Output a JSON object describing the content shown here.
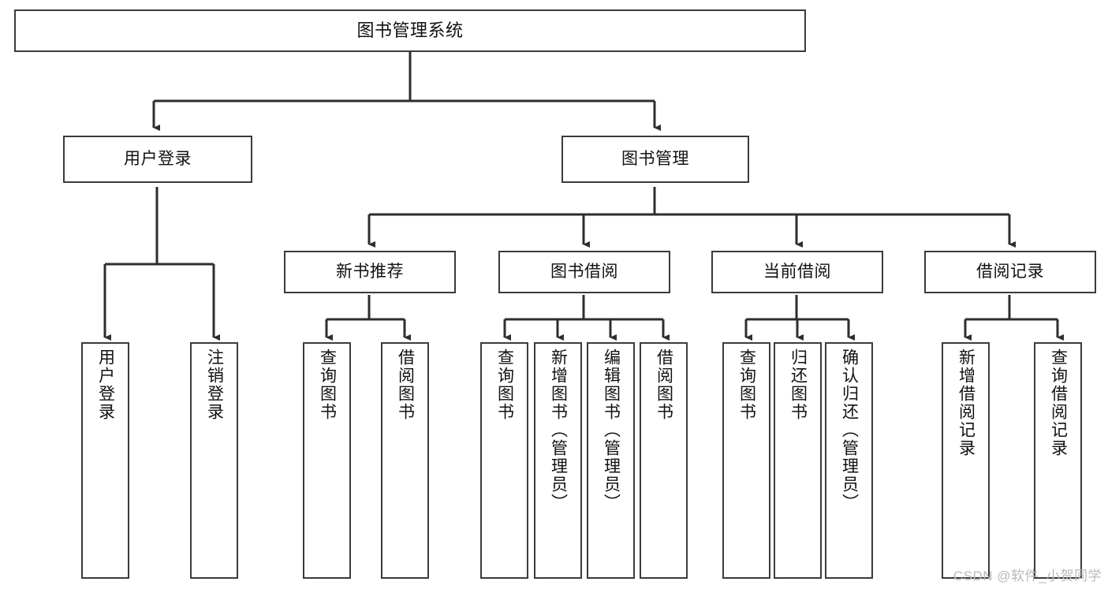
{
  "diagram": {
    "type": "tree-hierarchy",
    "title": "图书管理系统",
    "root": {
      "label": "图书管理系统"
    },
    "level1": [
      {
        "label": "用户登录"
      },
      {
        "label": "图书管理"
      }
    ],
    "level2": [
      {
        "label": "新书推荐"
      },
      {
        "label": "图书借阅"
      },
      {
        "label": "当前借阅"
      },
      {
        "label": "借阅记录"
      }
    ],
    "leaves": {
      "user_login": [
        {
          "label": "用户登录"
        },
        {
          "label": "注销登录"
        }
      ],
      "new_book_recommend": [
        {
          "label": "查询图书"
        },
        {
          "label": "借阅图书"
        }
      ],
      "book_borrow": [
        {
          "label": "查询图书"
        },
        {
          "label": "新增图书（管理员）"
        },
        {
          "label": "编辑图书（管理员）"
        },
        {
          "label": "借阅图书"
        }
      ],
      "current_borrow": [
        {
          "label": "查询图书"
        },
        {
          "label": "归还图书"
        },
        {
          "label": "确认归还（管理员）"
        }
      ],
      "borrow_record": [
        {
          "label": "新增借阅记录"
        },
        {
          "label": "查询借阅记录"
        }
      ]
    }
  },
  "watermark": {
    "text": "CSDN @软件_小贺同学"
  },
  "colors": {
    "border": "#3b3b3b",
    "background": "#ffffff",
    "text": "#111111",
    "watermark": "#b9b9b9"
  }
}
